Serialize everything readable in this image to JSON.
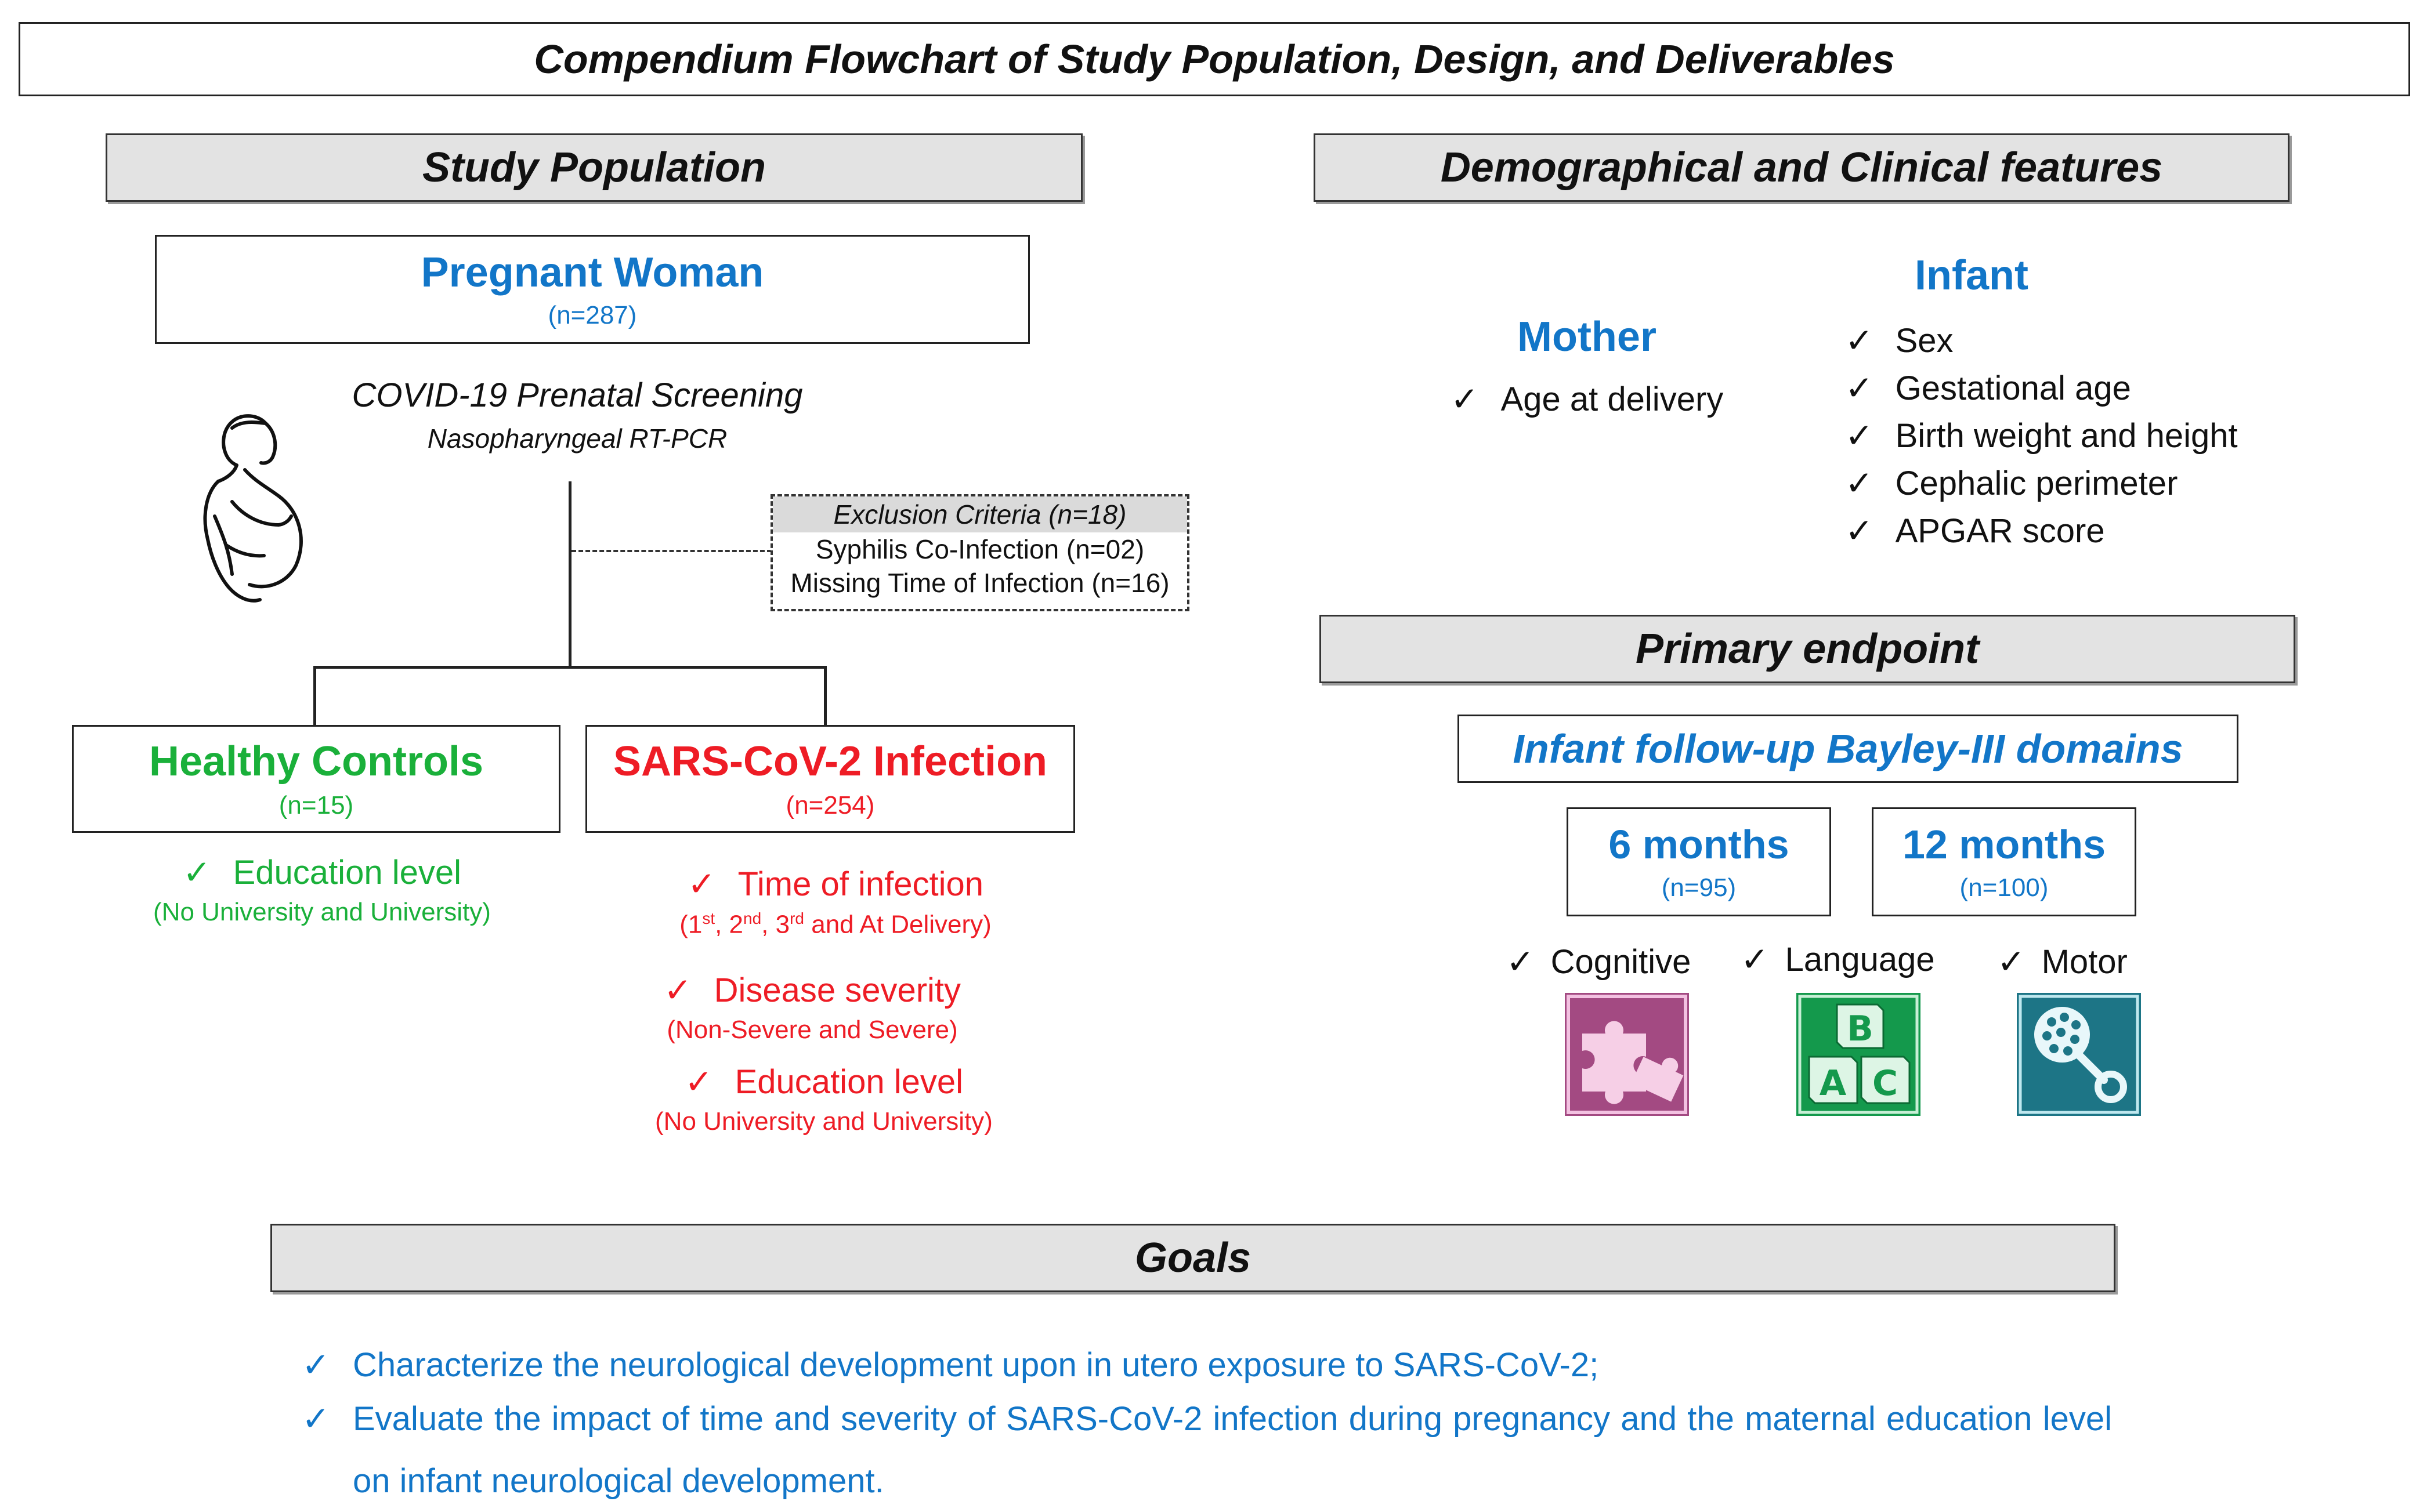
{
  "title": "Compendium Flowchart of Study Population, Design, and Deliverables",
  "study_population": {
    "header": "Study Population",
    "pregnant": {
      "label": "Pregnant Woman",
      "n": "(n=287)"
    },
    "screening": {
      "title": "COVID-19 Prenatal Screening",
      "subtitle": "Nasopharyngeal RT-PCR"
    },
    "exclusion": {
      "title": "Exclusion Criteria (n=18)",
      "items": [
        "Syphilis Co-Infection (n=02)",
        "Missing Time of Infection (n=16)"
      ]
    },
    "controls": {
      "label": "Healthy Controls",
      "n": "(n=15)",
      "criteria": [
        {
          "label": "Education level",
          "detail": "(No University and University)"
        }
      ]
    },
    "infection": {
      "label": "SARS-CoV-2 Infection",
      "n": "(n=254)",
      "criteria": [
        {
          "label": "Time of infection",
          "detail_parts": [
            "(1",
            "st",
            ", 2",
            "nd",
            ", 3",
            "rd",
            " and At Delivery)"
          ]
        },
        {
          "label": "Disease severity",
          "detail": "(Non-Severe and Severe)"
        },
        {
          "label": "Education level",
          "detail": "(No University and University)"
        }
      ]
    }
  },
  "features": {
    "header": "Demographical and Clinical features",
    "mother": {
      "label": "Mother",
      "items": [
        "Age at delivery"
      ]
    },
    "infant": {
      "label": "Infant",
      "items": [
        "Sex",
        "Gestational age",
        "Birth weight and height",
        "Cephalic perimeter",
        "APGAR score"
      ]
    }
  },
  "endpoint": {
    "header": "Primary endpoint",
    "followup": "Infant follow-up Bayley-III domains",
    "timepoints": [
      {
        "label": "6 months",
        "n": "(n=95)"
      },
      {
        "label": "12 months",
        "n": "(n=100)"
      }
    ],
    "domains": [
      {
        "label": "Cognitive",
        "icon": "puzzle-icon",
        "color": "#a34a82"
      },
      {
        "label": "Language",
        "icon": "abc-blocks-icon",
        "color": "#14994c"
      },
      {
        "label": "Motor",
        "icon": "rattle-icon",
        "color": "#1d7586"
      }
    ]
  },
  "goals": {
    "header": "Goals",
    "items": [
      "Characterize the neurological development upon in utero exposure to SARS-CoV-2;",
      "Evaluate the impact of time and severity of SARS-CoV-2 infection during pregnancy and the maternal education level on infant neurological development."
    ]
  },
  "check_mark": "✓",
  "colors": {
    "blue": "#1276c8",
    "green": "#1ab03a",
    "red": "#ee1c25",
    "header_gray": "#e3e3e3"
  }
}
